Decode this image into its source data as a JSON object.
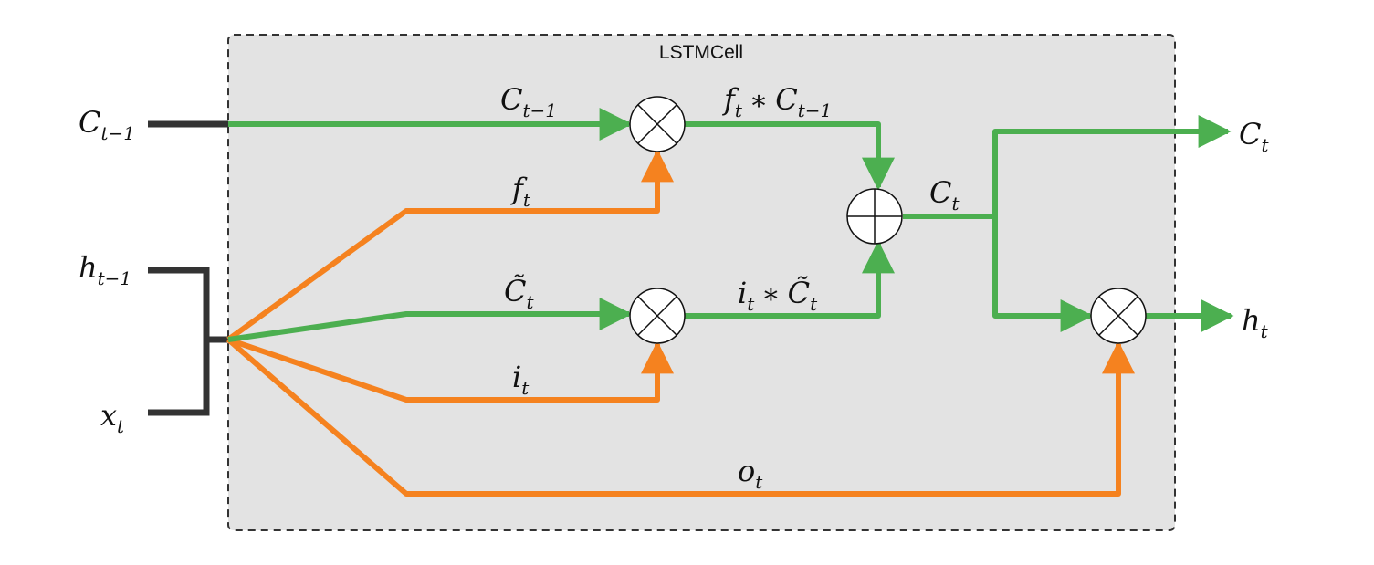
{
  "cell": {
    "title": "LSTMCell",
    "box_fill": "#e3e3e3",
    "box_border": "#333333"
  },
  "colors": {
    "cell_path": "#4caf50",
    "gate_path": "#f5821f",
    "input_wire": "#333333"
  },
  "inputs": {
    "c_prev": {
      "base": "C",
      "sub": "t−1"
    },
    "h_prev": {
      "base": "h",
      "sub": "t−1"
    },
    "x": {
      "base": "x",
      "sub": "t"
    }
  },
  "outputs": {
    "c": {
      "base": "C",
      "sub": "t"
    },
    "h": {
      "base": "h",
      "sub": "t"
    }
  },
  "labels": {
    "c_prev_line": {
      "base": "C",
      "sub": "t−1"
    },
    "f_gate": {
      "base": "f",
      "sub": "t"
    },
    "c_tilde": {
      "base": "C̃",
      "sub": "t"
    },
    "i_gate": {
      "base": "i",
      "sub": "t"
    },
    "o_gate": {
      "base": "o",
      "sub": "t"
    },
    "f_times_c": {
      "base1": "f",
      "sub1": "t",
      "op": "∗",
      "base2": "C",
      "sub2": "t−1"
    },
    "i_times_ct": {
      "base1": "i",
      "sub1": "t",
      "op": "∗",
      "base2": "C̃",
      "sub2": "t"
    },
    "c_new": {
      "base": "C",
      "sub": "t"
    }
  }
}
